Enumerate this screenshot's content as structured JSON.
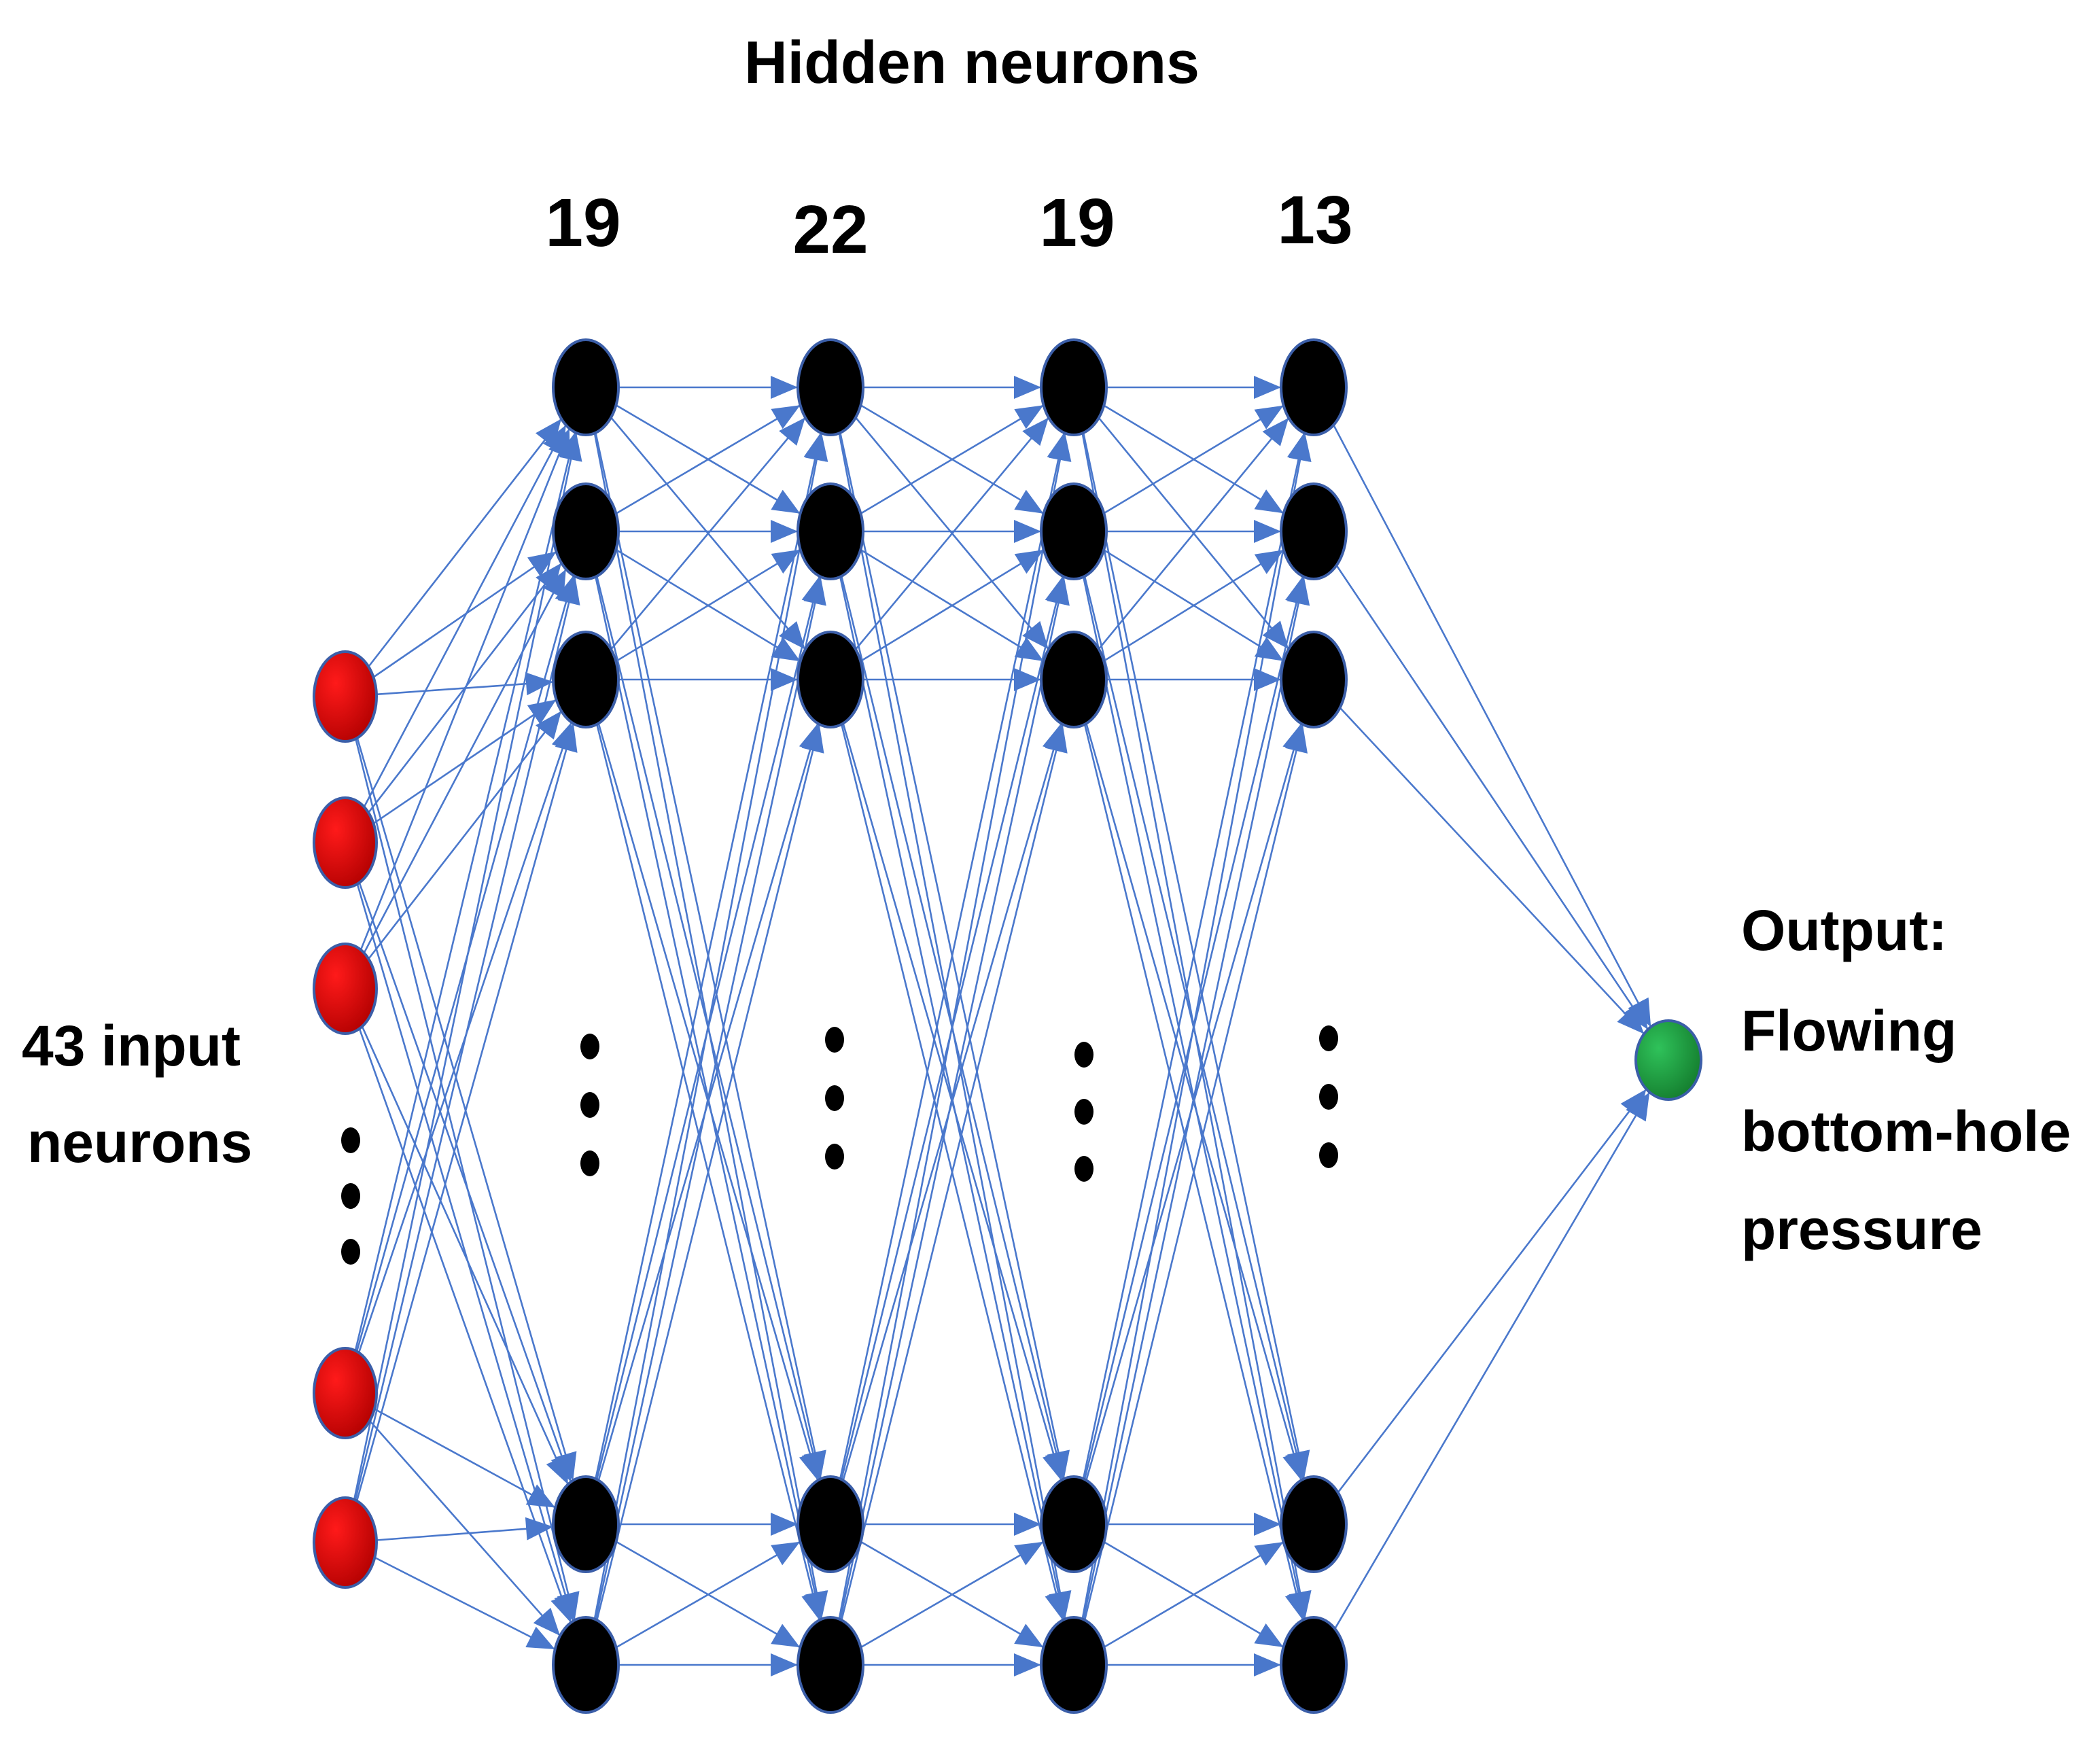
{
  "title": "Hidden neurons",
  "input_label": {
    "lines": [
      "43 input",
      "neurons"
    ]
  },
  "hidden_layers": [
    {
      "count": "19"
    },
    {
      "count": "22"
    },
    {
      "count": "19"
    },
    {
      "count": "13"
    }
  ],
  "output_label": {
    "lines": [
      "Output:",
      "Flowing",
      "bottom-hole",
      "pressure"
    ]
  },
  "colors": {
    "input_node": "#dd0000",
    "hidden_node": "#000000",
    "output_node": "#1f9a3a",
    "node_stroke": "#3b5ea8",
    "edge": "#4a78cc"
  }
}
